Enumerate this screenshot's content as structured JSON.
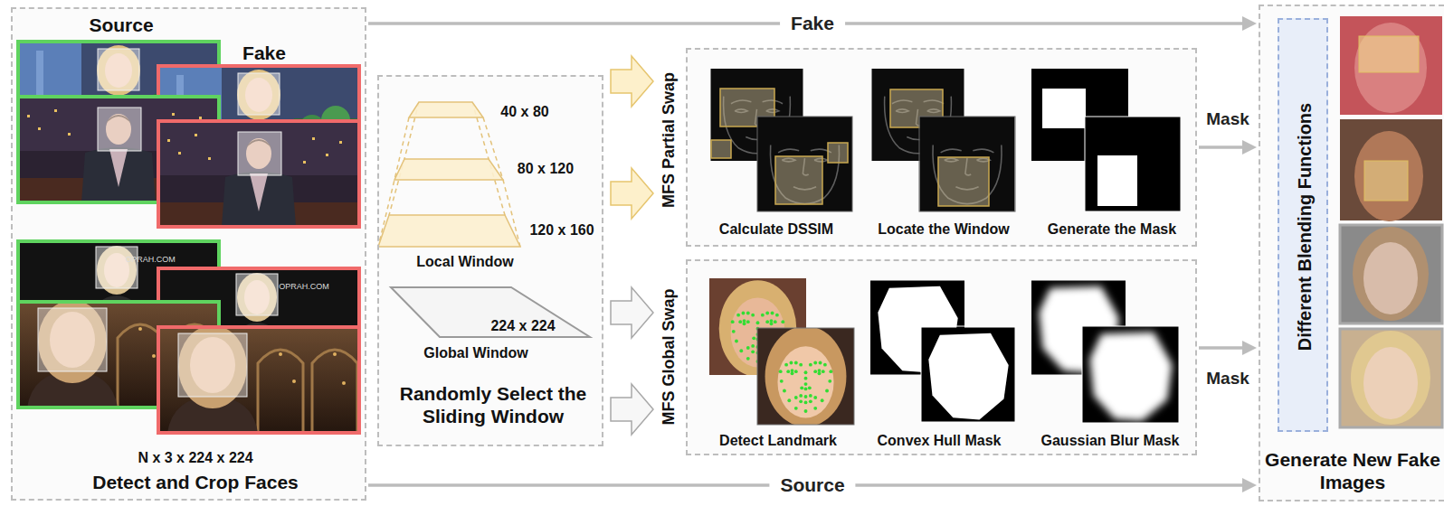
{
  "diagram": {
    "nodes": [
      {
        "text": [
          "Source",
          "Fake",
          "N x 3 x 224 x 224",
          "Detect and Crop Faces"
        ]
      },
      {
        "text": [
          "Randomly Select the Sliding Window"
        ]
      },
      {
        "text": [
          "MFS Partial Swap",
          "Calculate DSSIM",
          "Locate the Window",
          "Generate the Mask"
        ]
      },
      {
        "text": [
          "MFS Global Swap",
          "Detect Landmark",
          "Convex Hull Mask",
          "Gaussian Blur Mask"
        ]
      },
      {
        "text": [
          "Generate New Fake Images"
        ]
      },
      {
        "text": [
          "Different Blending Functions"
        ],
        "in": 4
      }
    ],
    "edges": [
      {
        "from": 0,
        "to": 4,
        "label": "Fake",
        "arrow": "to"
      },
      {
        "from": 0,
        "to": 4,
        "label": "Source",
        "arrow": "to"
      },
      {
        "from": 1,
        "to": 2,
        "arrow": "to"
      },
      {
        "from": 1,
        "to": 3,
        "arrow": "to"
      },
      {
        "from": 2,
        "to": 4,
        "label": "Mask",
        "arrow": "to"
      },
      {
        "from": 3,
        "to": 4,
        "label": "Mask",
        "arrow": "to"
      }
    ],
    "labels": [
      "OPRAH.COM",
      "OPRAH.COM",
      "40 x 80",
      "80 x 120",
      "120 x 160",
      "Local Window",
      "224 x 224",
      "Global Window"
    ]
  }
}
